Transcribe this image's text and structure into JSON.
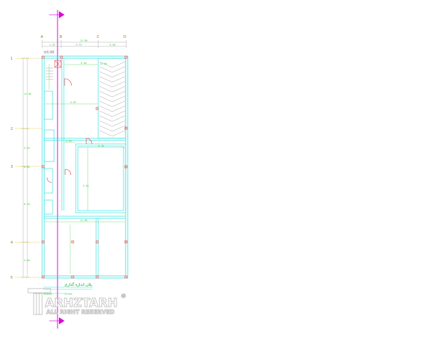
{
  "grid": {
    "columns": [
      "A",
      "B",
      "C",
      "D"
    ],
    "rows": [
      "1",
      "2",
      "3",
      "4",
      "5"
    ]
  },
  "dimensions": {
    "overall_width": "11.90",
    "top_chain": [
      "1.15",
      "3.75",
      "5.30"
    ],
    "left_chain": [
      "11.30",
      "4.55",
      "4.55",
      "8.70",
      "4.00"
    ],
    "right_room": "11.05",
    "room_widths": [
      "5.30",
      "3.95",
      "6.10",
      "4.60",
      "5.45",
      "11.90"
    ],
    "level_tag": "±0.00"
  },
  "title_block": {
    "title": "پلان اندازه گذاری",
    "scale_label": "SCALE",
    "scale_value": "1:100"
  },
  "watermark": {
    "brand": "ARHZTARH",
    "rights": "ALL RIGHT RESERVED",
    "mark": "©"
  },
  "colors": {
    "walls": "#33e0e0",
    "dimension_text": "#33cc33",
    "axis_line": "#e000e0",
    "grid_bubble": "#e0c000",
    "column_marks": "#dd2222"
  }
}
